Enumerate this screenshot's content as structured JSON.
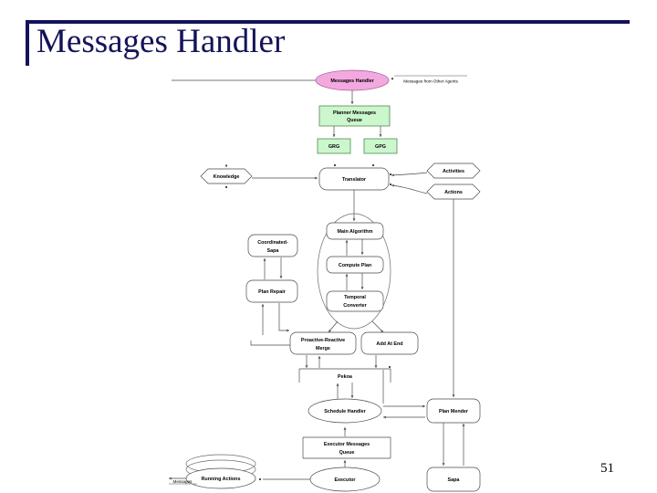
{
  "slide": {
    "title": "Messages Handler",
    "page_number": "51",
    "title_color": "#14145a"
  },
  "diagram": {
    "type": "architecture-flow",
    "colors": {
      "pink_node": "#f3a9e0",
      "green_node": "#ccf6cc",
      "white_node": "#ffffff",
      "edge": "#4a4a4a"
    },
    "nodes": [
      {
        "id": "messages-handler",
        "label": "Messages Handler",
        "shape": "ellipse",
        "fill": "pink"
      },
      {
        "id": "messages-other-agents",
        "label": "Messages from Other Agents",
        "shape": "annotation",
        "fill": "none"
      },
      {
        "id": "planner-messages-queue",
        "label_1": "Planner Messages",
        "label_2": "Queue",
        "shape": "rect",
        "fill": "green"
      },
      {
        "id": "grg",
        "label": "GRG",
        "shape": "rect",
        "fill": "green"
      },
      {
        "id": "gpg",
        "label": "GPG",
        "shape": "rect",
        "fill": "green"
      },
      {
        "id": "knowledge",
        "label": "Knowledge",
        "shape": "hexagon",
        "fill": "white"
      },
      {
        "id": "translator",
        "label": "Translator",
        "shape": "rounded-rect",
        "fill": "white"
      },
      {
        "id": "activities",
        "label": "Activities",
        "shape": "hexagon",
        "fill": "white"
      },
      {
        "id": "actions",
        "label": "Actions",
        "shape": "hexagon",
        "fill": "white"
      },
      {
        "id": "main-algorithm",
        "label": "Main Algorithm",
        "shape": "rounded-rect",
        "fill": "white"
      },
      {
        "id": "compute-plan",
        "label": "Compute Plan",
        "shape": "rounded-rect",
        "fill": "white"
      },
      {
        "id": "temporal-converter",
        "label_1": "Temporal",
        "label_2": "Converter",
        "shape": "rounded-rect",
        "fill": "white"
      },
      {
        "id": "coordinated-sapa",
        "label_1": "Coordinated-",
        "label_2": "Sapa",
        "shape": "rounded-rect",
        "fill": "white"
      },
      {
        "id": "plan-repair",
        "label": "Plan Repair",
        "shape": "rounded-rect",
        "fill": "white"
      },
      {
        "id": "proactive-reactive-merge",
        "label_1": "Proactive-Reactive",
        "label_2": "Merge",
        "shape": "rounded-rect",
        "fill": "white"
      },
      {
        "id": "add-at-end",
        "label": "Add At End",
        "shape": "rounded-rect",
        "fill": "white"
      },
      {
        "id": "pekoa",
        "label": "Pekoa",
        "shape": "rect-open",
        "fill": "white"
      },
      {
        "id": "schedule-handler",
        "label": "Schedule Handler",
        "shape": "ellipse",
        "fill": "white"
      },
      {
        "id": "plan-mender",
        "label": "Plan Mender",
        "shape": "rounded-rect",
        "fill": "white"
      },
      {
        "id": "executor-messages-queue",
        "label_1": "Executor Messages",
        "label_2": "Queue",
        "shape": "rect-open",
        "fill": "white"
      },
      {
        "id": "running-actions",
        "label": "Running Actions",
        "shape": "stacked-ellipse",
        "fill": "white"
      },
      {
        "id": "executor",
        "label": "Executor",
        "shape": "ellipse",
        "fill": "white"
      },
      {
        "id": "sapa",
        "label": "Sapa",
        "shape": "rounded-rect",
        "fill": "white"
      },
      {
        "id": "messages-in",
        "label": "Messages",
        "shape": "annotation",
        "fill": "none"
      }
    ],
    "edges": [
      {
        "from": "messages-handler",
        "to": "planner-messages-queue"
      },
      {
        "from": "planner-messages-queue",
        "to": "grg"
      },
      {
        "from": "planner-messages-queue",
        "to": "gpg"
      },
      {
        "from": "knowledge",
        "to": "translator"
      },
      {
        "from": "activities",
        "to": "translator"
      },
      {
        "from": "actions",
        "to": "translator"
      },
      {
        "from": "translator",
        "to": "main-algorithm"
      },
      {
        "from": "main-algorithm",
        "to": "compute-plan"
      },
      {
        "from": "compute-plan",
        "to": "temporal-converter"
      },
      {
        "from": "coordinated-sapa",
        "to": "plan-repair"
      },
      {
        "from": "plan-repair",
        "to": "proactive-reactive-merge"
      },
      {
        "from": "main-algorithm-group",
        "to": "proactive-reactive-merge"
      },
      {
        "from": "main-algorithm-group",
        "to": "add-at-end"
      },
      {
        "from": "proactive-reactive-merge",
        "to": "pekoa"
      },
      {
        "from": "add-at-end",
        "to": "pekoa"
      },
      {
        "from": "pekoa",
        "to": "schedule-handler"
      },
      {
        "from": "schedule-handler",
        "to": "plan-mender"
      },
      {
        "from": "plan-mender",
        "to": "schedule-handler"
      },
      {
        "from": "actions",
        "to": "plan-mender"
      },
      {
        "from": "plan-mender",
        "to": "sapa"
      },
      {
        "from": "sapa",
        "to": "plan-mender"
      },
      {
        "from": "schedule-handler",
        "to": "executor-messages-queue"
      },
      {
        "from": "executor-messages-queue",
        "to": "executor"
      },
      {
        "from": "executor",
        "to": "running-actions"
      },
      {
        "from": "messages-in",
        "to": "running-actions"
      }
    ]
  }
}
